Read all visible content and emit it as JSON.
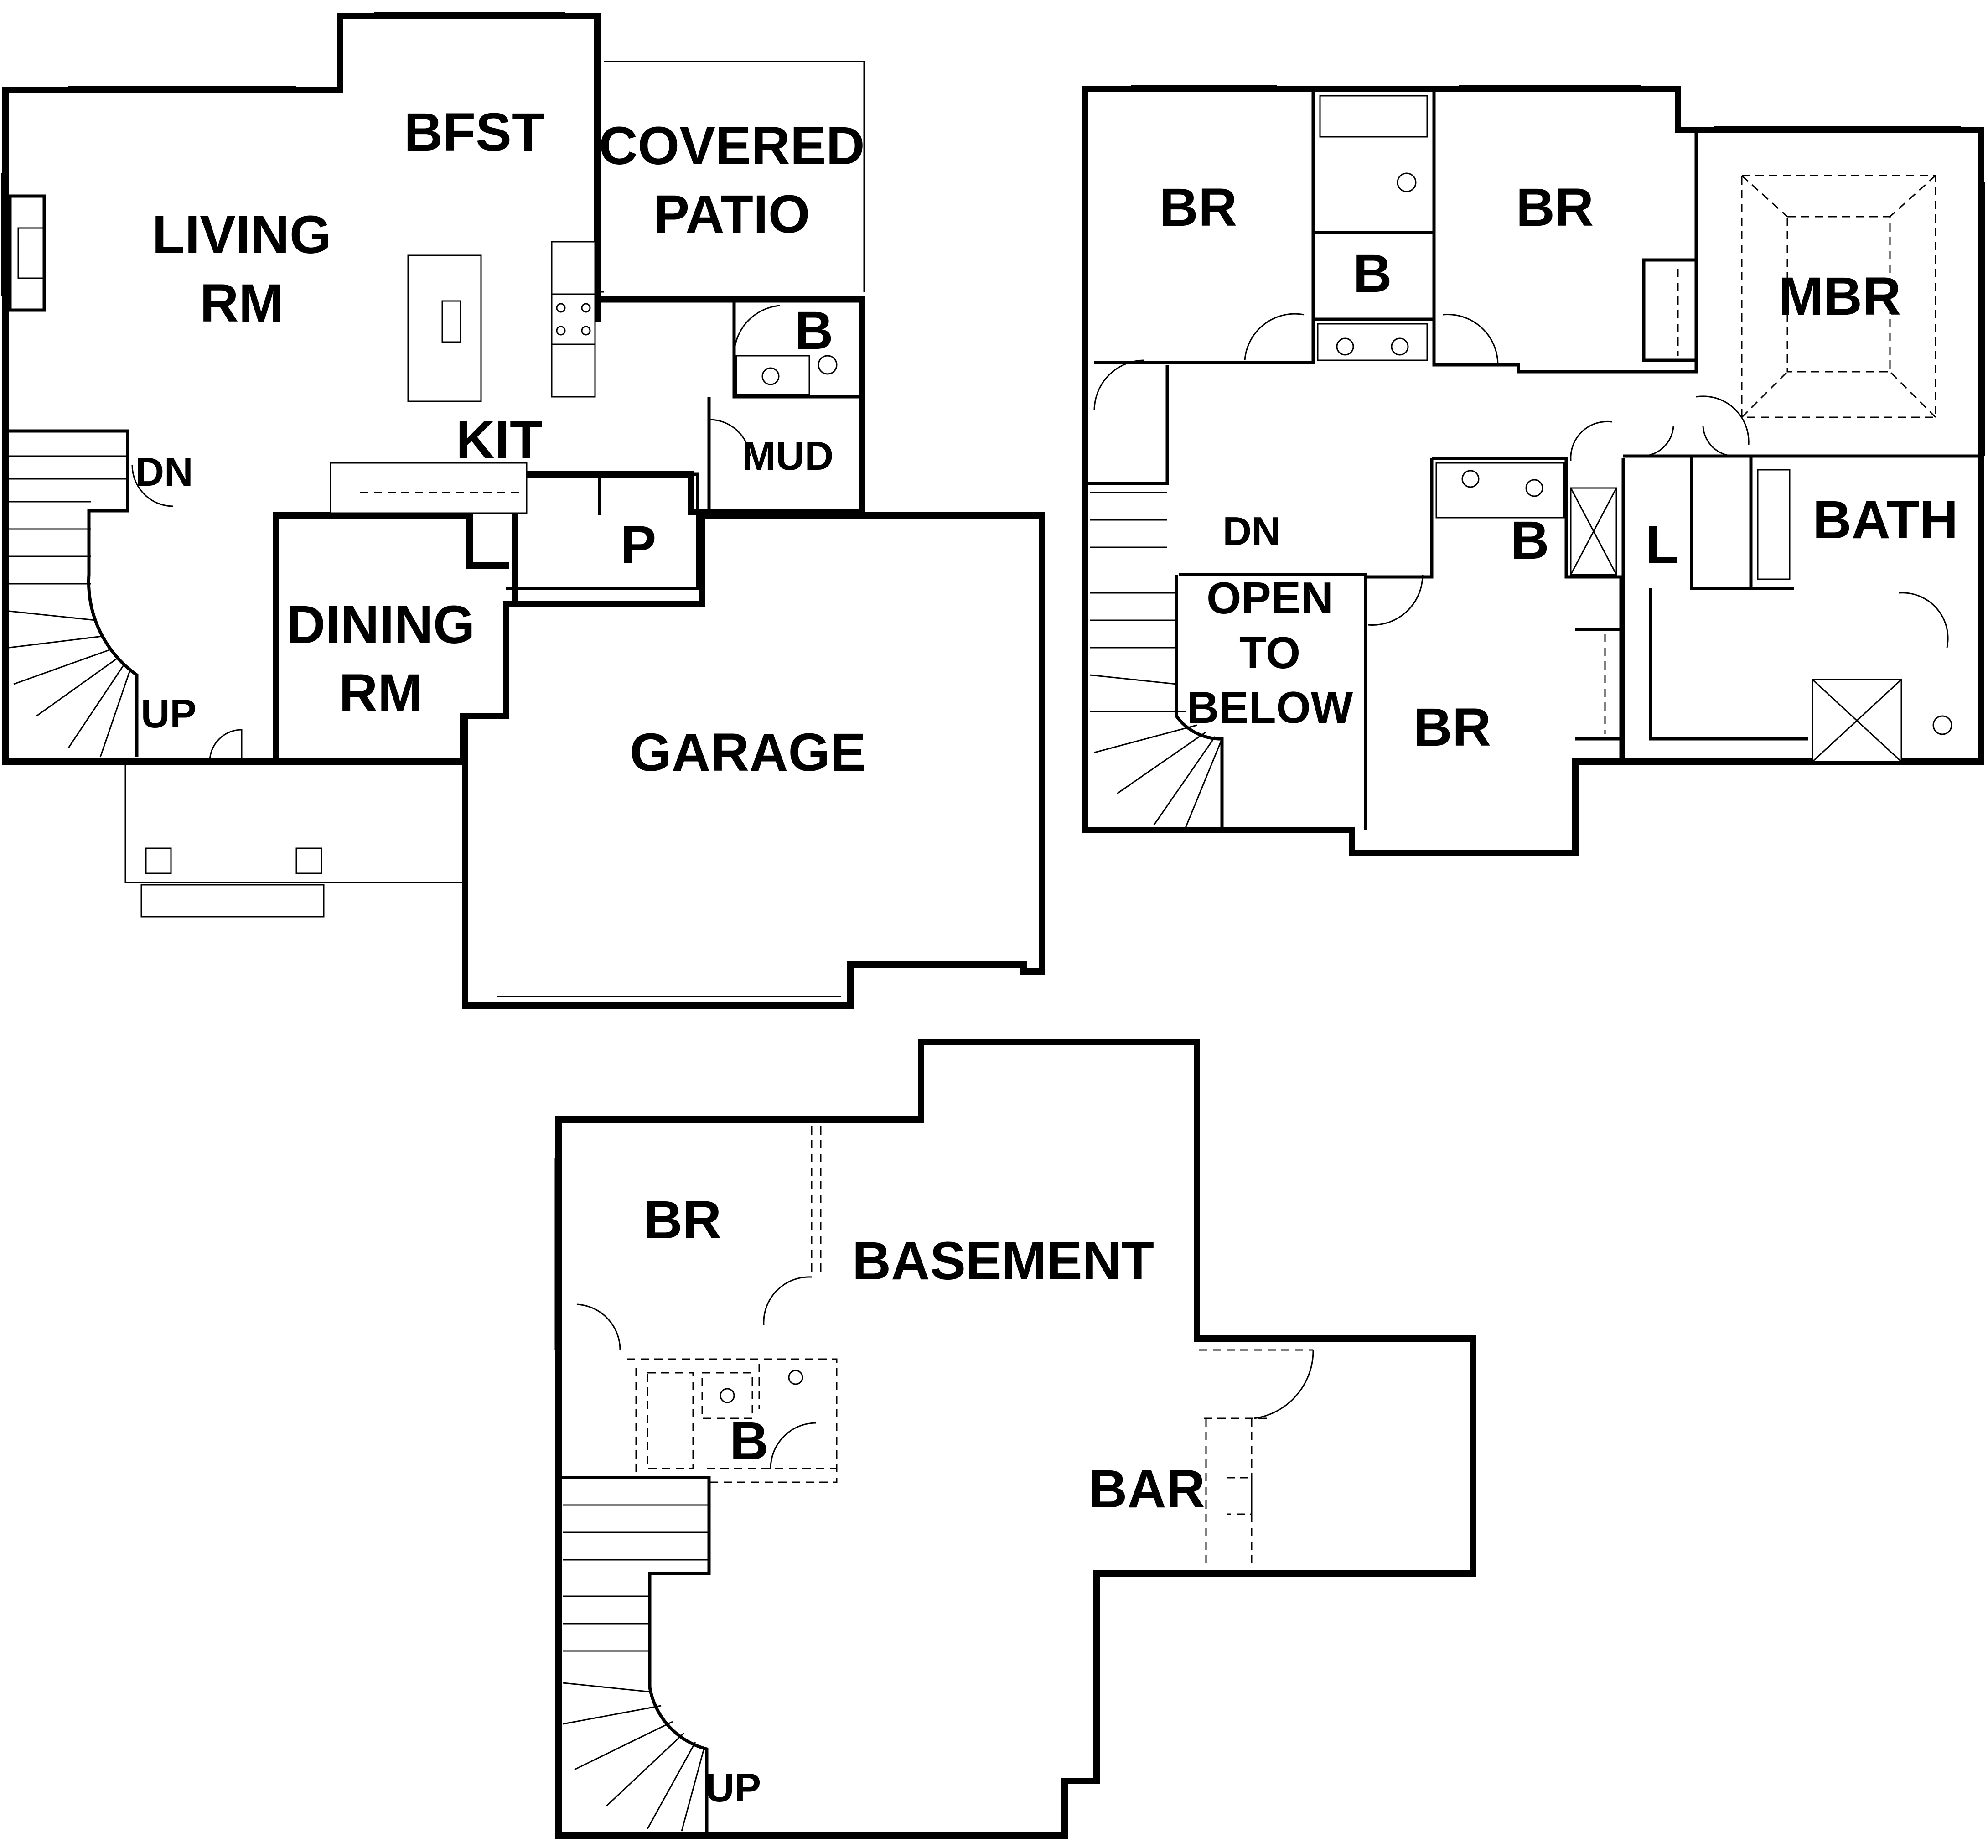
{
  "main_floor": {
    "bfst": "BFST",
    "covered_patio_line1": "COVERED",
    "covered_patio_line2": "PATIO",
    "living_line1": "LIVING",
    "living_line2": "RM",
    "bath": "B",
    "dn": "DN",
    "kit": "KIT",
    "mud": "MUD",
    "pantry": "P",
    "dining_line1": "DINING",
    "dining_line2": "RM",
    "garage": "GARAGE",
    "up": "UP"
  },
  "upper_floor": {
    "br_nw": "BR",
    "br_n": "BR",
    "bath_n": "B",
    "mbr": "MBR",
    "dn": "DN",
    "bath_mid": "B",
    "laundry": "L",
    "bath_master": "BATH",
    "open_line1": "OPEN",
    "open_line2": "TO",
    "open_line3": "BELOW",
    "br_s": "BR"
  },
  "basement": {
    "br": "BR",
    "basement": "BASEMENT",
    "bath": "B",
    "bar": "BAR",
    "up": "UP"
  }
}
